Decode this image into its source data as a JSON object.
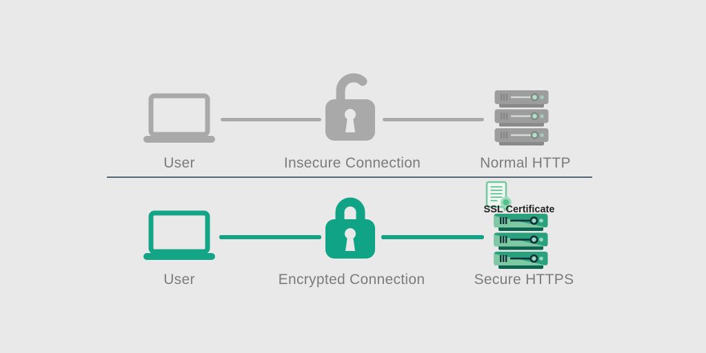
{
  "diagram": {
    "background": "#e9e9e9",
    "divider_color": "#566573",
    "rows": {
      "http": {
        "theme_color": "#a9a9a9",
        "label_color": "#7b7b7b",
        "lock_state": "open",
        "user_label": "User",
        "connection_label": "Insecure Connection",
        "server_label": "Normal HTTP"
      },
      "https": {
        "theme_color": "#10a385",
        "label_color": "#7b7b7b",
        "lock_state": "closed",
        "user_label": "User",
        "connection_label": "Encrypted Connection",
        "server_label": "Secure HTTPS",
        "certificate_label": "SSL Certificate"
      }
    },
    "icon_colors": {
      "gray_icon": "#a9a9a9",
      "gray_server_body": "#9d9d9d",
      "gray_server_shadow": "#898989",
      "green_icon": "#10a385",
      "green_server_body": "#2aa17c",
      "green_server_highlight": "#7ec9a4",
      "green_server_shadow": "#0d6550",
      "server_detail_dark": "#14323c",
      "server_dot_mint": "#96dcbc",
      "certificate_green": "#72c89c"
    }
  }
}
